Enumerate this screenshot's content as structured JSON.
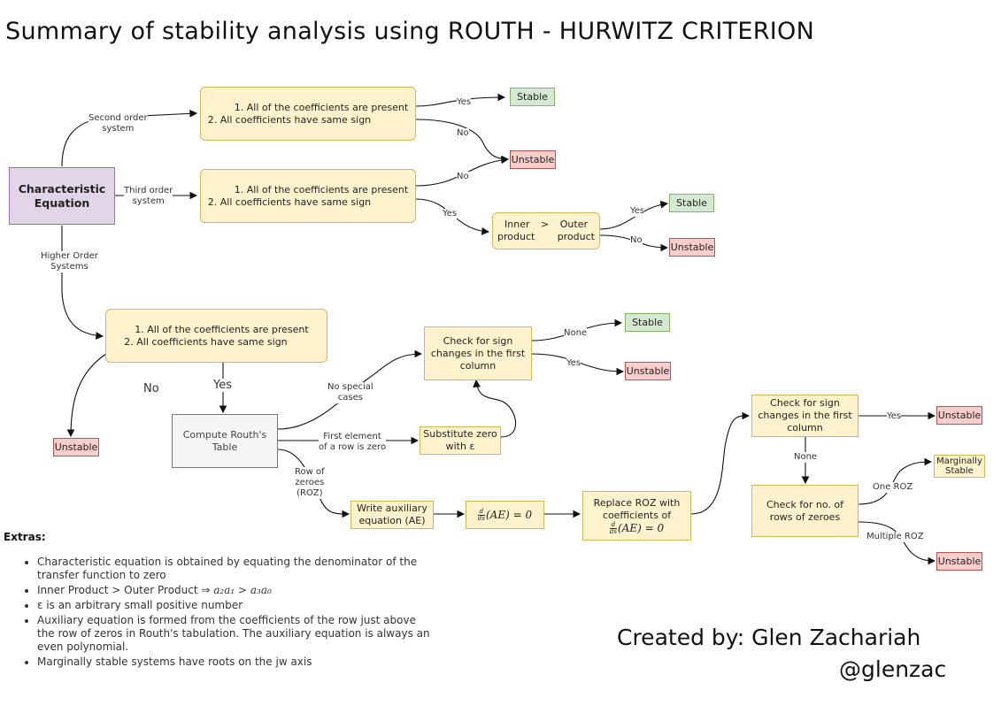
{
  "title": "Summary of stability analysis using ROUTH - HURWITZ CRITERION",
  "nodes": {
    "char_eq": [
      "Characteristic",
      "Equation"
    ],
    "so_check": [
      "1. All of the coefficients are present",
      "2. All coefficients have same sign"
    ],
    "to_check": [
      "1. All of the coefficients are present",
      "2. All coefficients have same sign"
    ],
    "ho_check": [
      "1. All of the coefficients are present",
      "2. All coefficients have same sign"
    ],
    "inner_outer": [
      "Inner",
      ">",
      "Outer",
      "product",
      "product"
    ],
    "stable": "Stable",
    "unstable": "Unstable",
    "marginal": [
      "Marginally",
      "Stable"
    ],
    "compute_routh": [
      "Compute Routh's",
      "Table"
    ],
    "sign_changes": [
      "Check for sign",
      "changes in the first",
      "column"
    ],
    "substitute": [
      "Substitute zero",
      "with ε"
    ],
    "write_aux": [
      "Write auxiliary",
      "equation (AE)"
    ],
    "deriv_eq": "(AE) = 0",
    "deriv_frac": [
      "d",
      "ds"
    ],
    "replace_roz": [
      "Replace ROZ with",
      "coefficients of"
    ],
    "rows_zeroes": [
      "Check for no. of",
      "rows of zeroes"
    ]
  },
  "edges": {
    "second_order": [
      "Second order",
      "system"
    ],
    "third_order": [
      "Third order",
      "system"
    ],
    "higher_order": [
      "Higher Order",
      "Systems"
    ],
    "yes": "Yes",
    "no": "No",
    "none": "None",
    "no_special": [
      "No special",
      "cases"
    ],
    "first_elem": [
      "First element",
      "of a row is zero"
    ],
    "row_of_zeroes": [
      "Row of",
      "zeroes",
      "(ROZ)"
    ],
    "one_roz": "One ROZ",
    "multiple_roz": "Multiple ROZ"
  },
  "extras": {
    "heading": "Extras:",
    "items": [
      "Characteristic equation is obtained by equating the denominator of the transfer function to zero",
      "Inner Product > Outer Product ⇒ ",
      "ε is an arbitrary small positive number",
      "Auxiliary equation is formed from the coefficients of the row just above the row of zeros in Routh's tabulation. The auxiliary equation is always an even polynomial.",
      "Marginally stable systems have roots on the jw axis"
    ],
    "inequality": "a₂a₁ > a₃a₀"
  },
  "credit": {
    "line1": "Created by:  Glen Zachariah",
    "line2": "@glenzac"
  },
  "colors": {
    "yellow_fill": "#fff2cc",
    "purple_fill": "#e1d5e7",
    "green_fill": "#d5e8d4",
    "red_fill": "#f8cecc",
    "gray_fill": "#f5f5f5"
  }
}
